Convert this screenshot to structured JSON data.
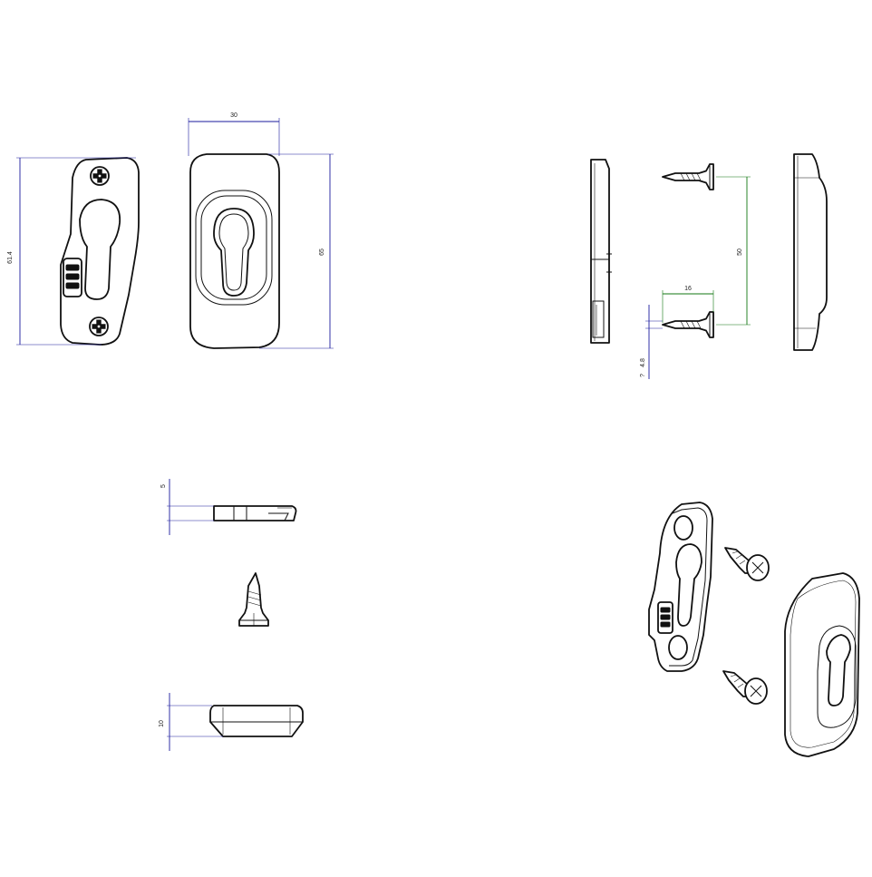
{
  "dimensions": {
    "base_width": "30",
    "cover_height": "65",
    "base_height": "61.4",
    "screw_spacing": "50",
    "screw_length": "16",
    "screw_diameter": "4.8",
    "screw_diameter_symbol": "?",
    "base_thickness": "5",
    "cover_thickness": "10"
  }
}
